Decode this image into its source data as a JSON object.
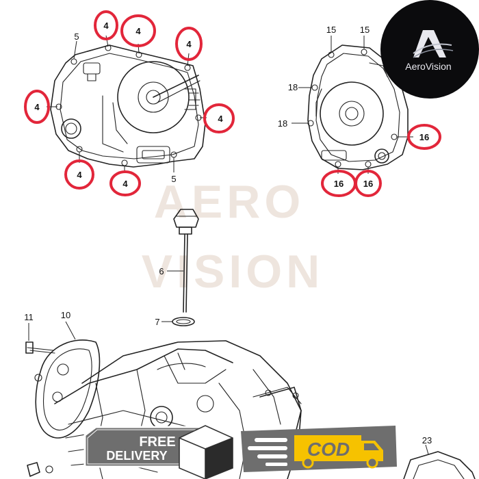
{
  "callouts": {
    "c4a": "4",
    "c4b": "4",
    "c4c": "4",
    "c4d": "4",
    "c4e": "4",
    "c4f": "4",
    "c4g": "4",
    "c16a": "16",
    "c16b": "16",
    "c16c": "16",
    "n5a": "5",
    "n5b": "5",
    "n15a": "15",
    "n15b": "15",
    "n18a": "18",
    "n18b": "18",
    "n6": "6",
    "n7": "7",
    "n10": "10",
    "n11": "11",
    "n23": "23"
  },
  "watermark": {
    "line1": "AERO",
    "line2": "VISION"
  },
  "logo": {
    "text": "AeroVision",
    "mark": "A"
  },
  "badges": {
    "free_line1": "FREE",
    "free_line2": "DELIVERY",
    "cod": "COD"
  },
  "colors": {
    "highlight_ring": "#e2263a",
    "logo_bg": "#0b0b0d",
    "badge_gray": "#6e6e6e",
    "cod_yellow": "#f6c200"
  },
  "icons": {
    "logo": "aerovision-logo-icon",
    "delivery_box": "package-box-icon",
    "cod_truck": "delivery-truck-icon"
  }
}
